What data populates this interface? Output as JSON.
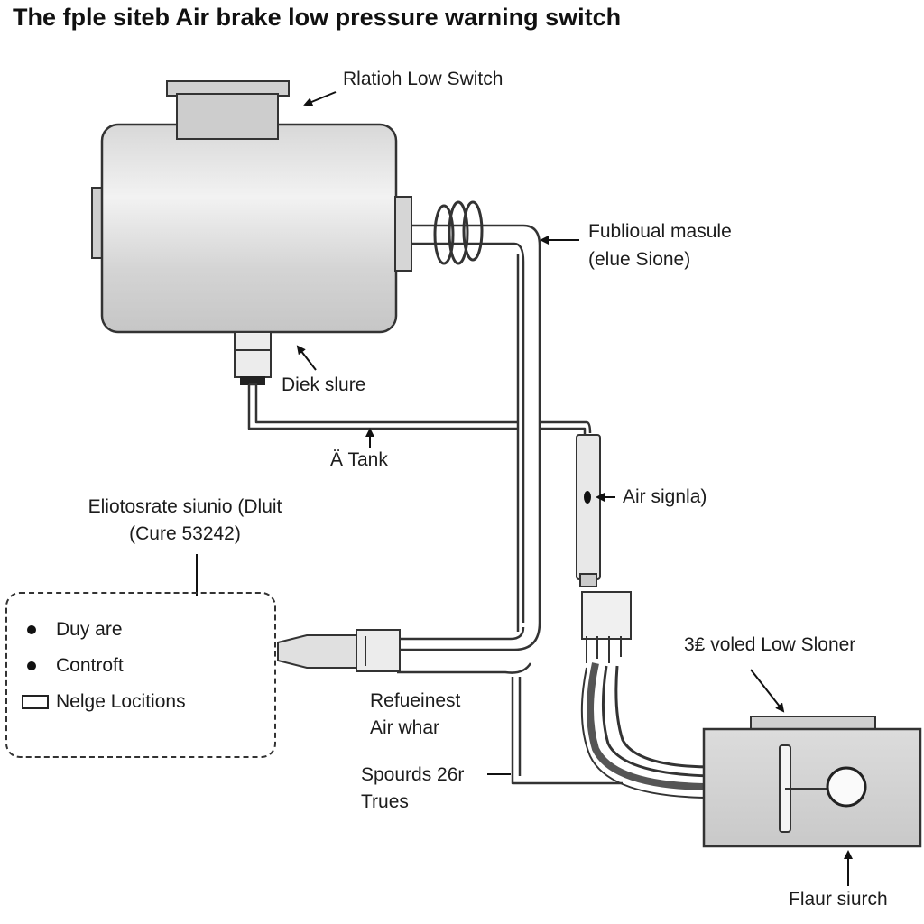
{
  "title": "The fple siteb Air brake low pressure warning switch",
  "labels": {
    "top_switch": "Rlatioh Low Switch",
    "fitting_line1": "Fublioual masule",
    "fitting_line2": "(elue Sione)",
    "drain": "Diek slure",
    "tank": "Ä Tank",
    "signal": "Air signla)",
    "circuit_line1": "Eliotosrate siunio (Dluit",
    "circuit_line2": "(Cure 53242)",
    "volted_switch": "3₤ voled Low Sloner",
    "reference_line1": "Refueinest",
    "reference_line2": "Air whar",
    "supply_line1": "Spourds 26r",
    "supply_line2": "Trues",
    "flair_switch": "Flaur siurch"
  },
  "legend": {
    "items": [
      {
        "marker": "bullet",
        "label": "Duy are"
      },
      {
        "marker": "bullet",
        "label": "Controft"
      },
      {
        "marker": "box",
        "label": "Nelge Locitions"
      }
    ]
  }
}
